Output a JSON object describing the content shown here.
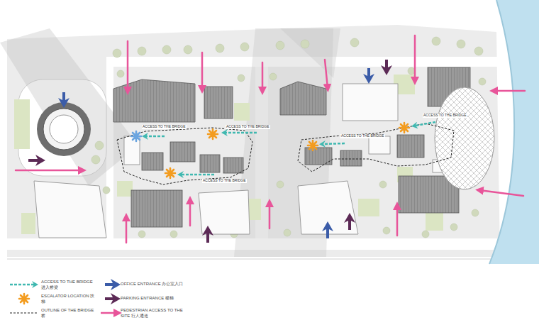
{
  "diagram": {
    "labels": [
      "ACCESS TO THE BRIDGE",
      "ACCESS TO THE BRIDGE",
      "ACCESS TO THE BRIDGE",
      "ACCESS TO THE BRIDGE",
      "ACCESS TO THE BRIDGE"
    ],
    "legend": [
      {
        "text": "ACCESS TO THE BRIDGE 进入桥梁"
      },
      {
        "text": "OFFICE ENTRANCE 办公室入口"
      },
      {
        "text": "ESCALATOR LOCATION 扶梯"
      },
      {
        "text": "PARKING ENTRANCE 楼梯"
      },
      {
        "text": "OUTLINE OF THE BRIDGE 桥"
      },
      {
        "text": "PEDESTRIAN ACCESS TO THE SITE 行人通道"
      }
    ]
  }
}
